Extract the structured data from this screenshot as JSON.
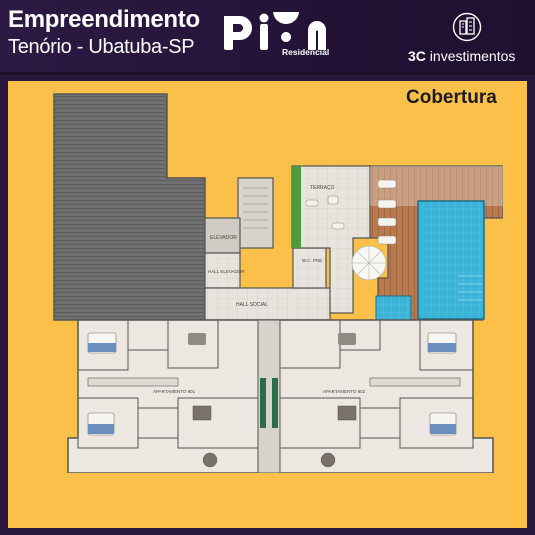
{
  "header": {
    "title": "Empreendimento",
    "subtitle": "Tenório - Ubatuba-SP",
    "brand_logo_text": "pion",
    "brand_logo_sub": "Residencial",
    "partner_name_bold": "3C",
    "partner_name_rest": " investimentos"
  },
  "floor": {
    "label": "Cobertura"
  },
  "plan": {
    "labels": {
      "terrace": "TERRAÇO",
      "elevator": "ELEVADOR",
      "elevator_hall": "HALL ELEVADOR",
      "social_hall": "HALL SOCIAL",
      "wc": "W.C. PNE",
      "apt1": "APARTAMENTO 901",
      "apt2": "APARTAMENTO 902"
    }
  },
  "colors": {
    "header_bg": "#2a1740",
    "panel_bg": "#fbc04a",
    "roof": "#6e6e6e",
    "pool": "#3bb3d6",
    "deck": "#b97a4f",
    "garden": "#4f9a3c"
  }
}
